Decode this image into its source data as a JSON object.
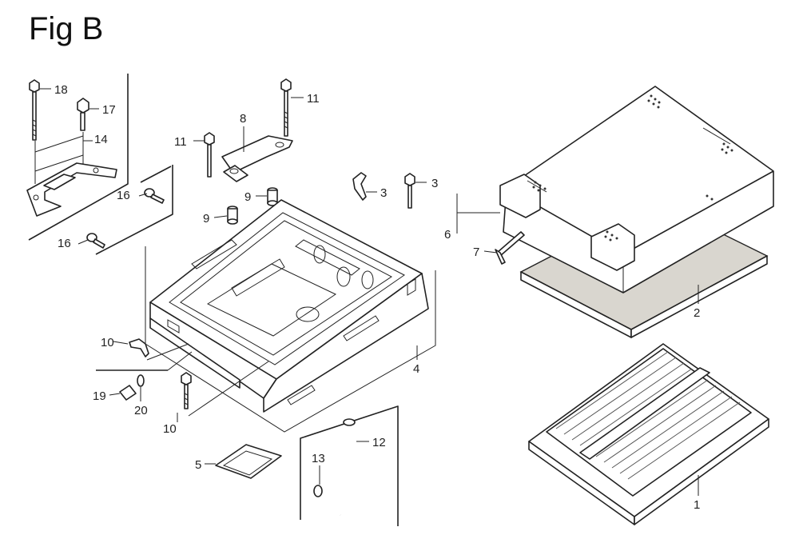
{
  "figure": {
    "title": "Fig B"
  },
  "callouts": [
    {
      "id": "c18",
      "label": "18"
    },
    {
      "id": "c17",
      "label": "17"
    },
    {
      "id": "c14",
      "label": "14"
    },
    {
      "id": "c16a",
      "label": "16"
    },
    {
      "id": "c16b",
      "label": "16"
    },
    {
      "id": "c11a",
      "label": "11"
    },
    {
      "id": "c11b",
      "label": "11"
    },
    {
      "id": "c8",
      "label": "8"
    },
    {
      "id": "c9a",
      "label": "9"
    },
    {
      "id": "c9b",
      "label": "9"
    },
    {
      "id": "c3a",
      "label": "3"
    },
    {
      "id": "c3b",
      "label": "3"
    },
    {
      "id": "c10a",
      "label": "10"
    },
    {
      "id": "c10b",
      "label": "10"
    },
    {
      "id": "c4",
      "label": "4"
    },
    {
      "id": "c19",
      "label": "19"
    },
    {
      "id": "c20",
      "label": "20"
    },
    {
      "id": "c5",
      "label": "5"
    },
    {
      "id": "c12",
      "label": "12"
    },
    {
      "id": "c13",
      "label": "13"
    },
    {
      "id": "c6",
      "label": "6"
    },
    {
      "id": "c7",
      "label": "7"
    },
    {
      "id": "c2",
      "label": "2"
    },
    {
      "id": "c1",
      "label": "1"
    }
  ]
}
